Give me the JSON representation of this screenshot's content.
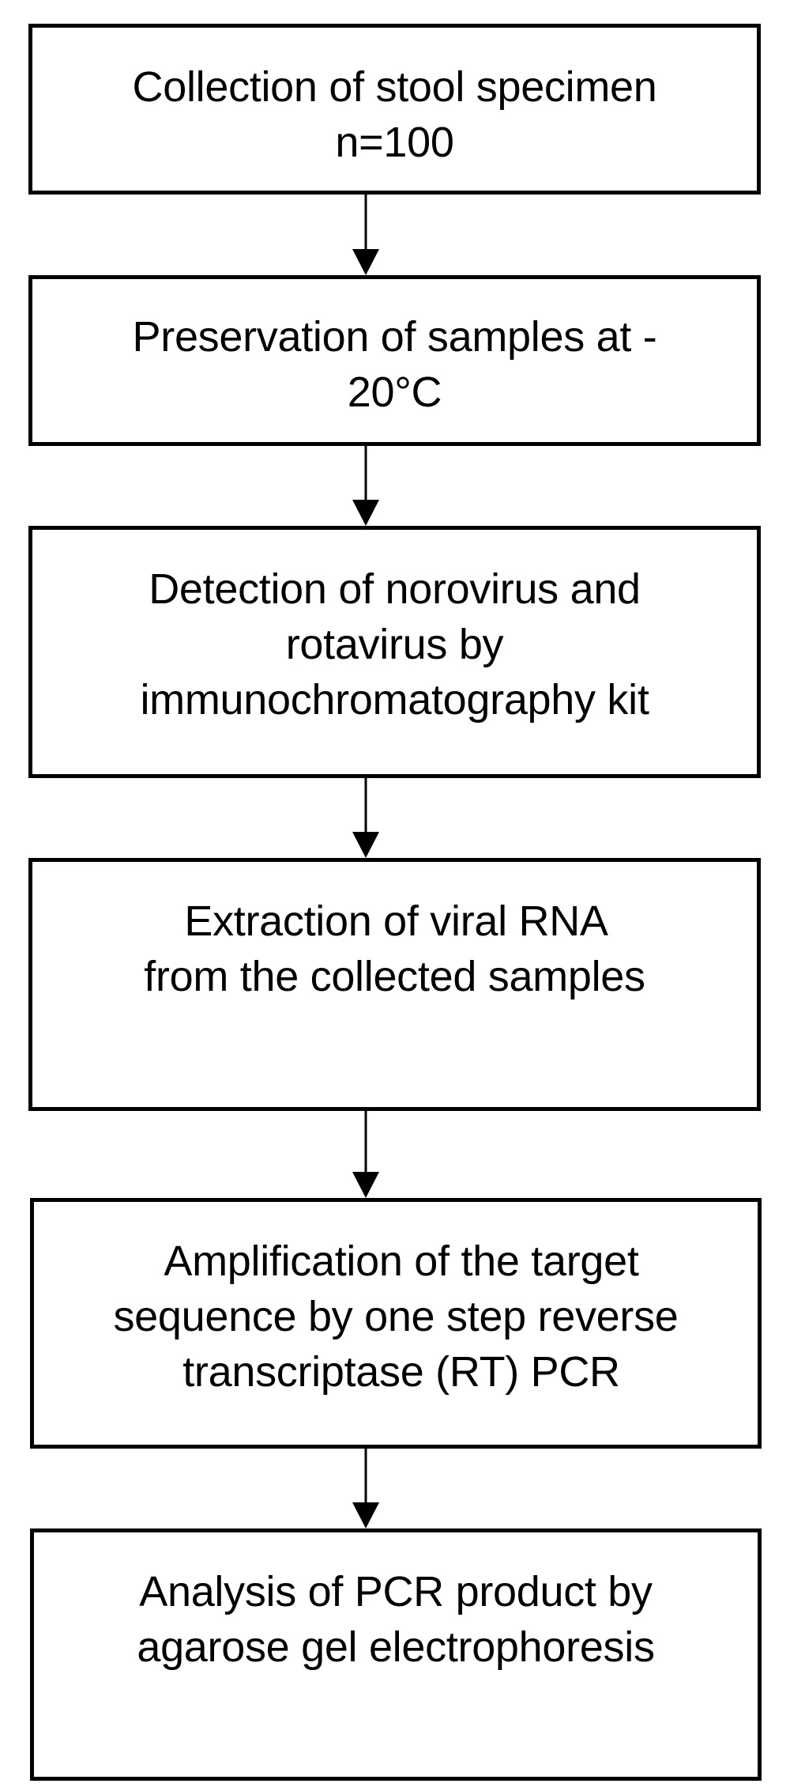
{
  "steps": [
    {
      "lines": [
        "Collection of stool specimen",
        "n=100"
      ]
    },
    {
      "lines": [
        "Preservation of samples at -",
        "20°C"
      ]
    },
    {
      "lines": [
        "Detection of norovirus and",
        "rotavirus by",
        "immunochromatography kit"
      ]
    },
    {
      "lines": [
        "Extraction of viral RNA",
        "from the collected samples"
      ]
    },
    {
      "lines": [
        "Amplification of the target",
        "sequence by one step reverse",
        "transcriptase (RT) PCR"
      ]
    },
    {
      "lines": [
        "Analysis of PCR product by",
        "agarose gel electrophoresis"
      ]
    }
  ],
  "colors": {
    "stroke": "#000000",
    "background": "#ffffff",
    "text": "#000000"
  }
}
